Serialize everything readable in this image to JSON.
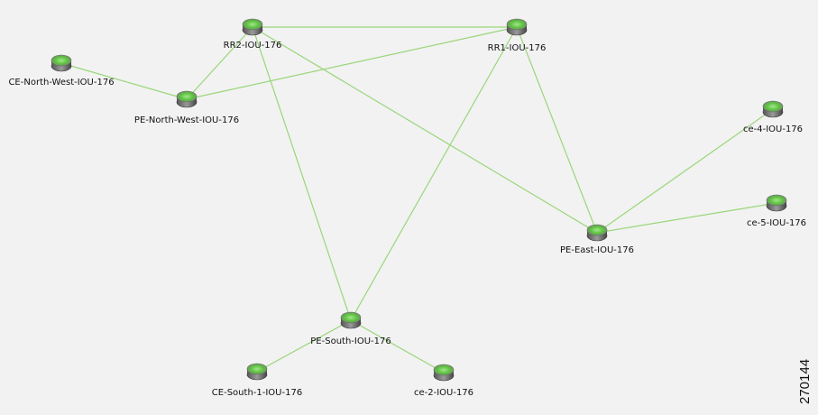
{
  "nodes": [
    {
      "id": "rr2",
      "label": "RR2-IOU-176"
    },
    {
      "id": "rr1",
      "label": "RR1-IOU-176"
    },
    {
      "id": "ce_nw",
      "label": "CE-North-West-IOU-176"
    },
    {
      "id": "pe_nw",
      "label": "PE-North-West-IOU-176"
    },
    {
      "id": "ce4",
      "label": "ce-4-IOU-176"
    },
    {
      "id": "ce5",
      "label": "ce-5-IOU-176"
    },
    {
      "id": "pe_east",
      "label": "PE-East-IOU-176"
    },
    {
      "id": "pe_south",
      "label": "PE-South-IOU-176"
    },
    {
      "id": "ce_s1",
      "label": "CE-South-1-IOU-176"
    },
    {
      "id": "ce2",
      "label": "ce-2-IOU-176"
    }
  ],
  "links": [
    [
      "rr2",
      "rr1"
    ],
    [
      "rr2",
      "pe_nw"
    ],
    [
      "rr1",
      "pe_nw"
    ],
    [
      "ce_nw",
      "pe_nw"
    ],
    [
      "rr2",
      "pe_south"
    ],
    [
      "rr2",
      "pe_east"
    ],
    [
      "rr1",
      "pe_south"
    ],
    [
      "rr1",
      "pe_east"
    ],
    [
      "pe_east",
      "ce4"
    ],
    [
      "pe_east",
      "ce5"
    ],
    [
      "pe_south",
      "ce_s1"
    ],
    [
      "pe_south",
      "ce2"
    ]
  ],
  "figure_number": "270144",
  "colors": {
    "link": "#9ad67a",
    "router_body": "#707070",
    "router_top": "#6ccf4a"
  }
}
